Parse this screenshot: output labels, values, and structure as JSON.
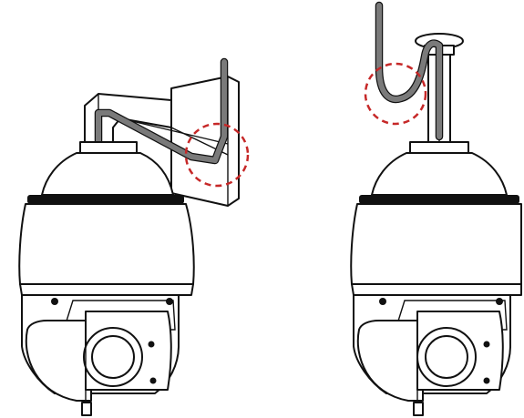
{
  "figure": {
    "panels": [
      {
        "id": "wall-mount",
        "mount": "wall-bracket",
        "callout": "cable-drip-loop"
      },
      {
        "id": "pendant-mount",
        "mount": "ceiling-pendant",
        "callout": "cable-drip-loop"
      }
    ],
    "colors": {
      "outline": "#111111",
      "cable": "#7a7a7a",
      "callout": "#c62828",
      "background": "#ffffff"
    },
    "icons": [
      "ptz-dome-camera",
      "wall-bracket",
      "pendant-pole",
      "dashed-circle-callout"
    ]
  }
}
